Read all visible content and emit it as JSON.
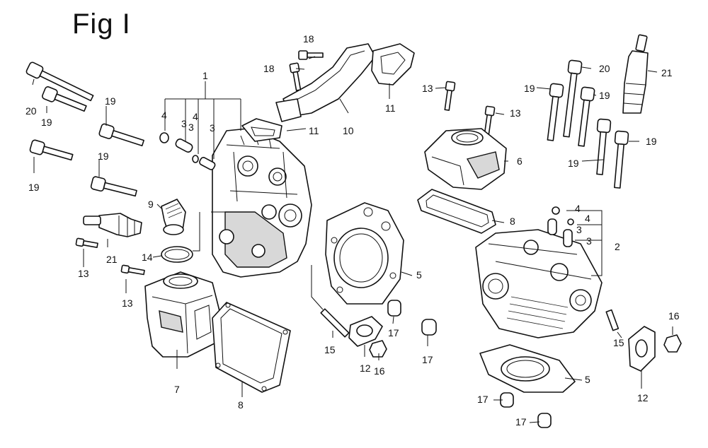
{
  "title": "Fig I",
  "callouts": [
    {
      "n": "1"
    },
    {
      "n": "2"
    },
    {
      "n": "3"
    },
    {
      "n": "3"
    },
    {
      "n": "3"
    },
    {
      "n": "3"
    },
    {
      "n": "3"
    },
    {
      "n": "4"
    },
    {
      "n": "4"
    },
    {
      "n": "4"
    },
    {
      "n": "4"
    },
    {
      "n": "5"
    },
    {
      "n": "5"
    },
    {
      "n": "6"
    },
    {
      "n": "7"
    },
    {
      "n": "8"
    },
    {
      "n": "8"
    },
    {
      "n": "9"
    },
    {
      "n": "10"
    },
    {
      "n": "11"
    },
    {
      "n": "11"
    },
    {
      "n": "12"
    },
    {
      "n": "12"
    },
    {
      "n": "13"
    },
    {
      "n": "13"
    },
    {
      "n": "13"
    },
    {
      "n": "13"
    },
    {
      "n": "14"
    },
    {
      "n": "15"
    },
    {
      "n": "15"
    },
    {
      "n": "16"
    },
    {
      "n": "16"
    },
    {
      "n": "17"
    },
    {
      "n": "17"
    },
    {
      "n": "17"
    },
    {
      "n": "17"
    },
    {
      "n": "18"
    },
    {
      "n": "18"
    },
    {
      "n": "19"
    },
    {
      "n": "19"
    },
    {
      "n": "19"
    },
    {
      "n": "19"
    },
    {
      "n": "19"
    },
    {
      "n": "19"
    },
    {
      "n": "19"
    },
    {
      "n": "19"
    },
    {
      "n": "20"
    },
    {
      "n": "20"
    },
    {
      "n": "21"
    },
    {
      "n": "21"
    }
  ]
}
